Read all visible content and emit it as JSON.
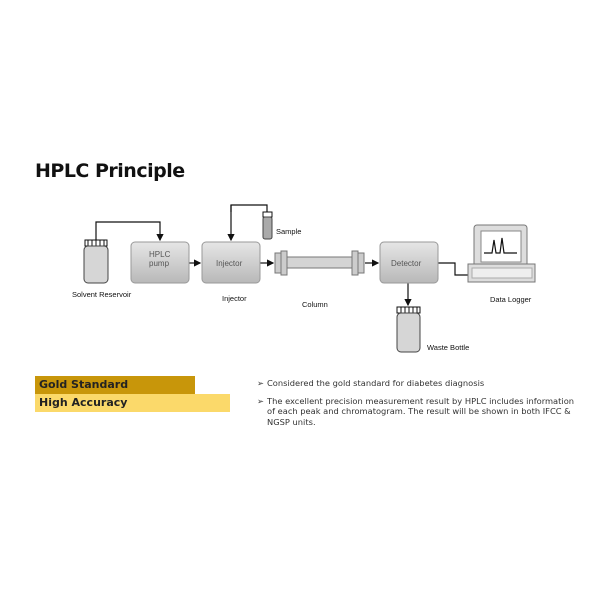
{
  "title": "HPLC Principle",
  "diagram": {
    "solvent_reservoir": "Solvent Reservoir",
    "pump_line1": "HPLC",
    "pump_line2": "pump",
    "injector_box": "Injector",
    "injector_label": "Injector",
    "sample": "Sample",
    "column": "Column",
    "detector": "Detector",
    "waste_bottle": "Waste Bottle",
    "data_logger": "Data Logger"
  },
  "bands": [
    "Gold Standard",
    "High Accuracy"
  ],
  "bullets": [
    "Considered the gold standard for diabetes diagnosis",
    "The excellent precision measurement result by HPLC includes information of each peak and chromatogram. The result will be shown in both IFCC & NGSP units."
  ],
  "bullet_marker": "➢"
}
